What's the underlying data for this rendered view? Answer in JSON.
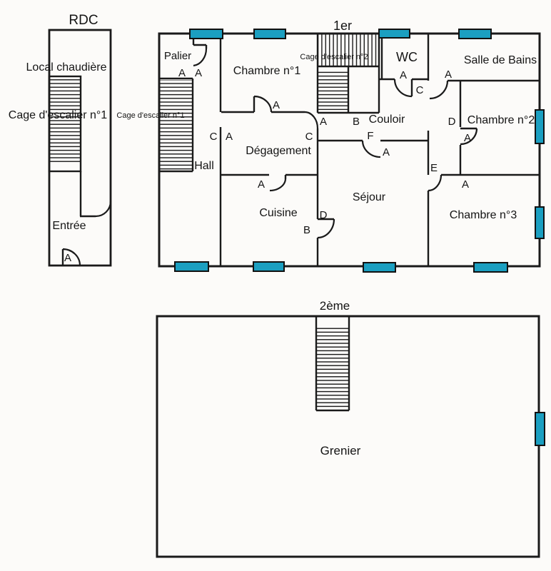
{
  "colors": {
    "window": "#1b9fc1",
    "wall": "#1a1a1a",
    "paper": "#fcfbf9"
  },
  "plans": {
    "rdc": {
      "title": "RDC",
      "rooms": {
        "local_chaudiere": "Local chaudière",
        "cage_escalier_1": "Cage d'escalier n°1",
        "entree": "Entrée"
      },
      "letters": {
        "entree_a": "A"
      }
    },
    "premier": {
      "title": "1er",
      "rooms": {
        "palier": "Palier",
        "chambre1": "Chambre n°1",
        "wc": "WC",
        "salle_de_bains": "Salle de Bains",
        "couloir": "Couloir",
        "chambre2": "Chambre n°2",
        "degagement": "Dégagement",
        "hall": "Hall",
        "sejour": "Séjour",
        "cuisine": "Cuisine",
        "chambre3": "Chambre n°3",
        "cage_escalier_1_small": "Cage d'escalier n°1",
        "cage_escalier_2_small": "Cage d'escalier n°2"
      },
      "letters": {
        "palier_a_left": "A",
        "palier_a_right": "A",
        "chambre1_door_a": "A",
        "hall_c": "C",
        "hall_a": "A",
        "stair2_exit_a": "A",
        "stair2_exit_b": "B",
        "degagement_door_c": "C",
        "couloir_f": "F",
        "wc_a": "A",
        "wc_door_c": "C",
        "sdb_a": "A",
        "couloir_d": "D",
        "chambre2_door_a": "A",
        "couloir_e": "E",
        "chambre3_door_a": "A",
        "sejour_door_a": "A",
        "cuisine_door_a": "A",
        "sejour_d": "D",
        "cuisine_b": "B"
      }
    },
    "deuxieme": {
      "title": "2ème",
      "rooms": {
        "grenier": "Grenier"
      }
    }
  }
}
